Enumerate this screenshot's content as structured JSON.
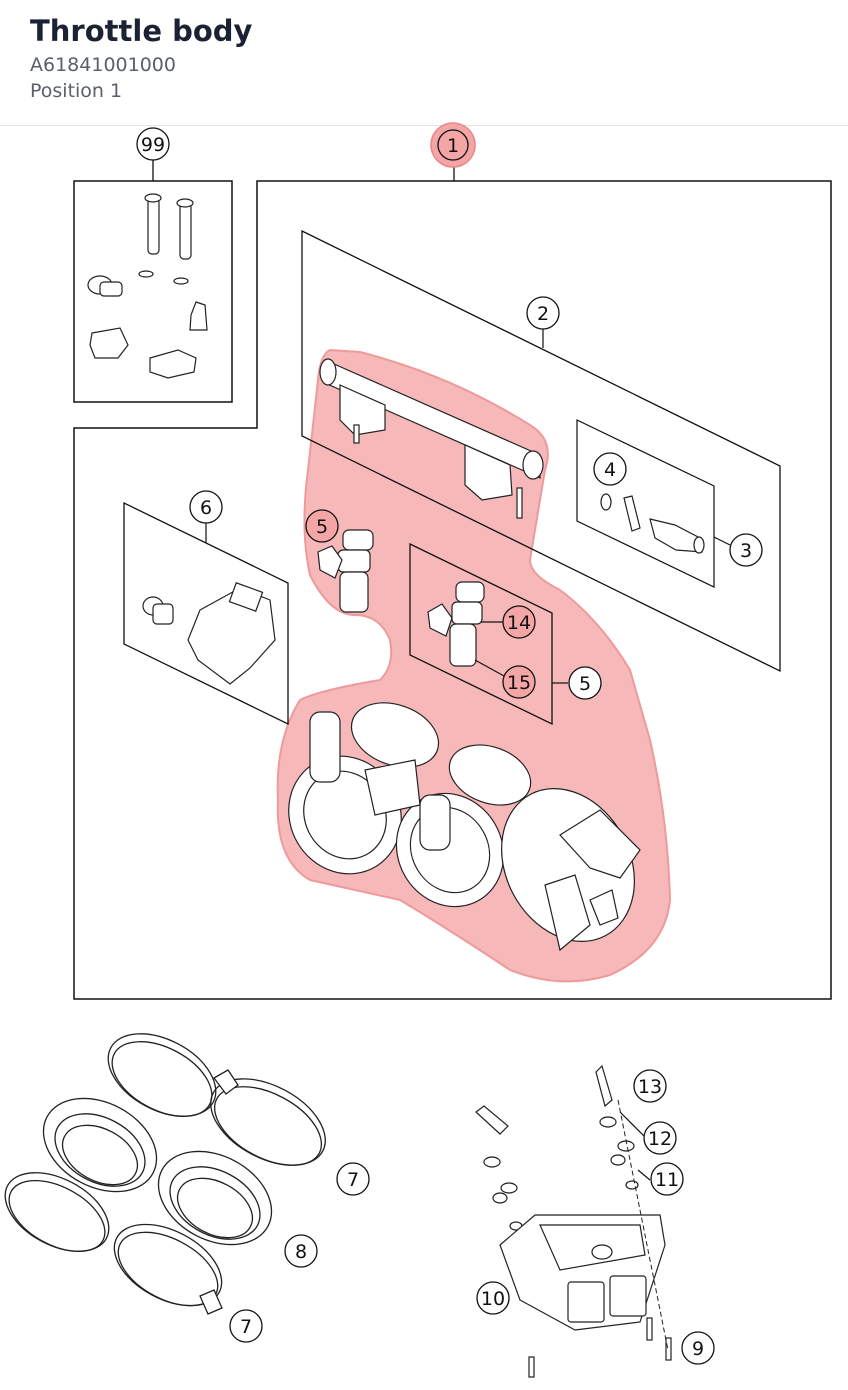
{
  "header": {
    "title": "Throttle body",
    "part_number": "A61841001000",
    "position": "Position 1"
  },
  "diagram": {
    "highlight_color": "#f4a6a6",
    "callouts": [
      "1",
      "2",
      "3",
      "4",
      "5",
      "5",
      "6",
      "7",
      "7",
      "8",
      "9",
      "10",
      "11",
      "12",
      "13",
      "14",
      "15",
      "99"
    ]
  }
}
